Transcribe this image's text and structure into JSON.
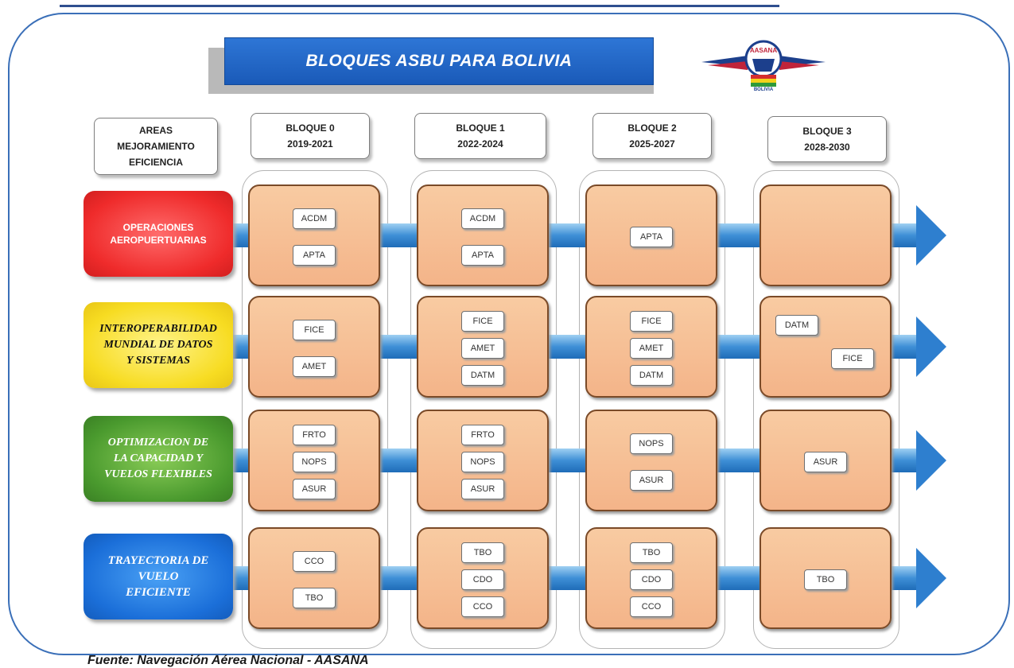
{
  "title": "BLOQUES ASBU PARA BOLIVIA",
  "logo": {
    "icon": "aasana-winged-logo-icon",
    "text_top": "AASANA",
    "text_bottom": "BOLIVIA"
  },
  "row_header": {
    "line1": "AREAS",
    "line2": "MEJORAMIENTO",
    "line3": "EFICIENCIA"
  },
  "blocks": [
    {
      "label": "BLOQUE 0",
      "years": "2019-2021"
    },
    {
      "label": "BLOQUE 1",
      "years": "2022-2024"
    },
    {
      "label": "BLOQUE 2",
      "years": "2025-2027"
    },
    {
      "label": "BLOQUE 3",
      "years": "2028-2030"
    }
  ],
  "areas": [
    {
      "line1": "OPERACIONES",
      "line2": "AEROPUERTUARIAS",
      "line3": "",
      "color": "#ef2b2b"
    },
    {
      "line1": "INTEROPERABILIDAD",
      "line2": "MUNDIAL DE DATOS",
      "line3": "Y SISTEMAS",
      "color": "#f7dc22"
    },
    {
      "line1": "OPTIMIZACION DE",
      "line2": "LA CAPACIDAD Y",
      "line3": "VUELOS FLEXIBLES",
      "color": "#4a9a2e"
    },
    {
      "line1": "TRAYECTORIA DE",
      "line2": "VUELO",
      "line3": "EFICIENTE",
      "color": "#1b6fd9"
    }
  ],
  "modules": [
    [
      [
        "ACDM",
        "APTA"
      ],
      [
        "ACDM",
        "APTA"
      ],
      [
        "APTA"
      ],
      []
    ],
    [
      [
        "FICE",
        "AMET"
      ],
      [
        "FICE",
        "AMET",
        "DATM"
      ],
      [
        "FICE",
        "AMET",
        "DATM"
      ],
      [
        "DATM",
        "FICE"
      ]
    ],
    [
      [
        "FRTO",
        "NOPS",
        "ASUR"
      ],
      [
        "FRTO",
        "NOPS",
        "ASUR"
      ],
      [
        "NOPS",
        "ASUR"
      ],
      [
        "ASUR"
      ]
    ],
    [
      [
        "CCO",
        "TBO"
      ],
      [
        "TBO",
        "CDO",
        "CCO"
      ],
      [
        "TBO",
        "CDO",
        "CCO"
      ],
      [
        "TBO"
      ]
    ]
  ],
  "source": "Fuente: Navegación Aérea Nacional - AASANA",
  "colors": {
    "title_bar": "#1a5ab8",
    "cell_fill": "#f4b489",
    "arrow": "#2e7fcf",
    "frame": "#3a6fb8"
  }
}
